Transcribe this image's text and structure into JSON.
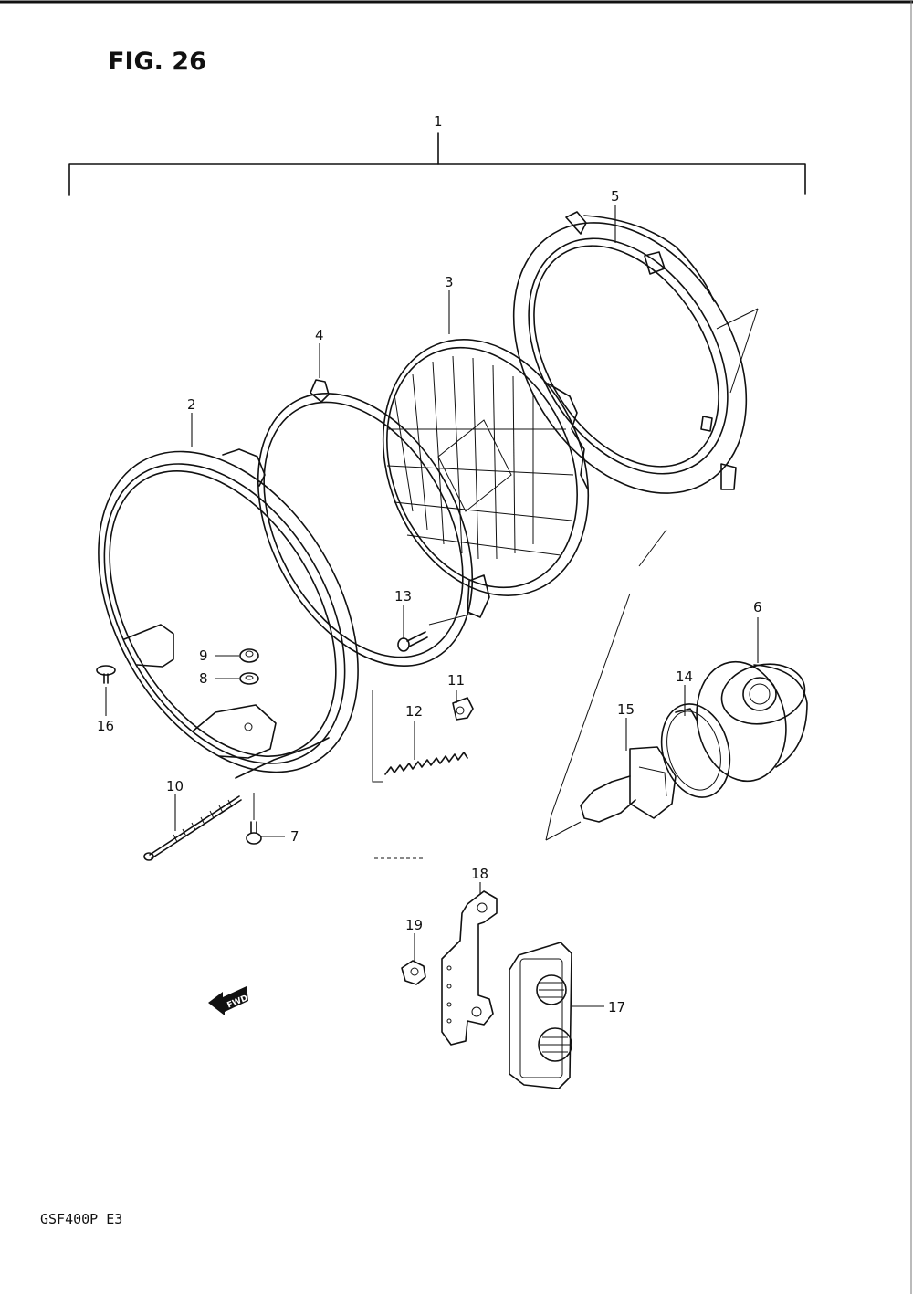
{
  "figure": {
    "title": "FIG. 26",
    "model_code": "GSF400P  E3",
    "fwd_badge": "FWD"
  },
  "callouts": [
    {
      "id": "c1",
      "label": "1"
    },
    {
      "id": "c2",
      "label": "2"
    },
    {
      "id": "c3",
      "label": "3"
    },
    {
      "id": "c4",
      "label": "4"
    },
    {
      "id": "c5",
      "label": "5"
    },
    {
      "id": "c6",
      "label": "6"
    },
    {
      "id": "c7",
      "label": "7"
    },
    {
      "id": "c8",
      "label": "8"
    },
    {
      "id": "c9",
      "label": "9"
    },
    {
      "id": "c10",
      "label": "10"
    },
    {
      "id": "c11",
      "label": "11"
    },
    {
      "id": "c12",
      "label": "12"
    },
    {
      "id": "c13",
      "label": "13"
    },
    {
      "id": "c14",
      "label": "14"
    },
    {
      "id": "c15",
      "label": "15"
    },
    {
      "id": "c16",
      "label": "16"
    },
    {
      "id": "c17",
      "label": "17"
    },
    {
      "id": "c18",
      "label": "18"
    },
    {
      "id": "c19",
      "label": "19"
    }
  ]
}
